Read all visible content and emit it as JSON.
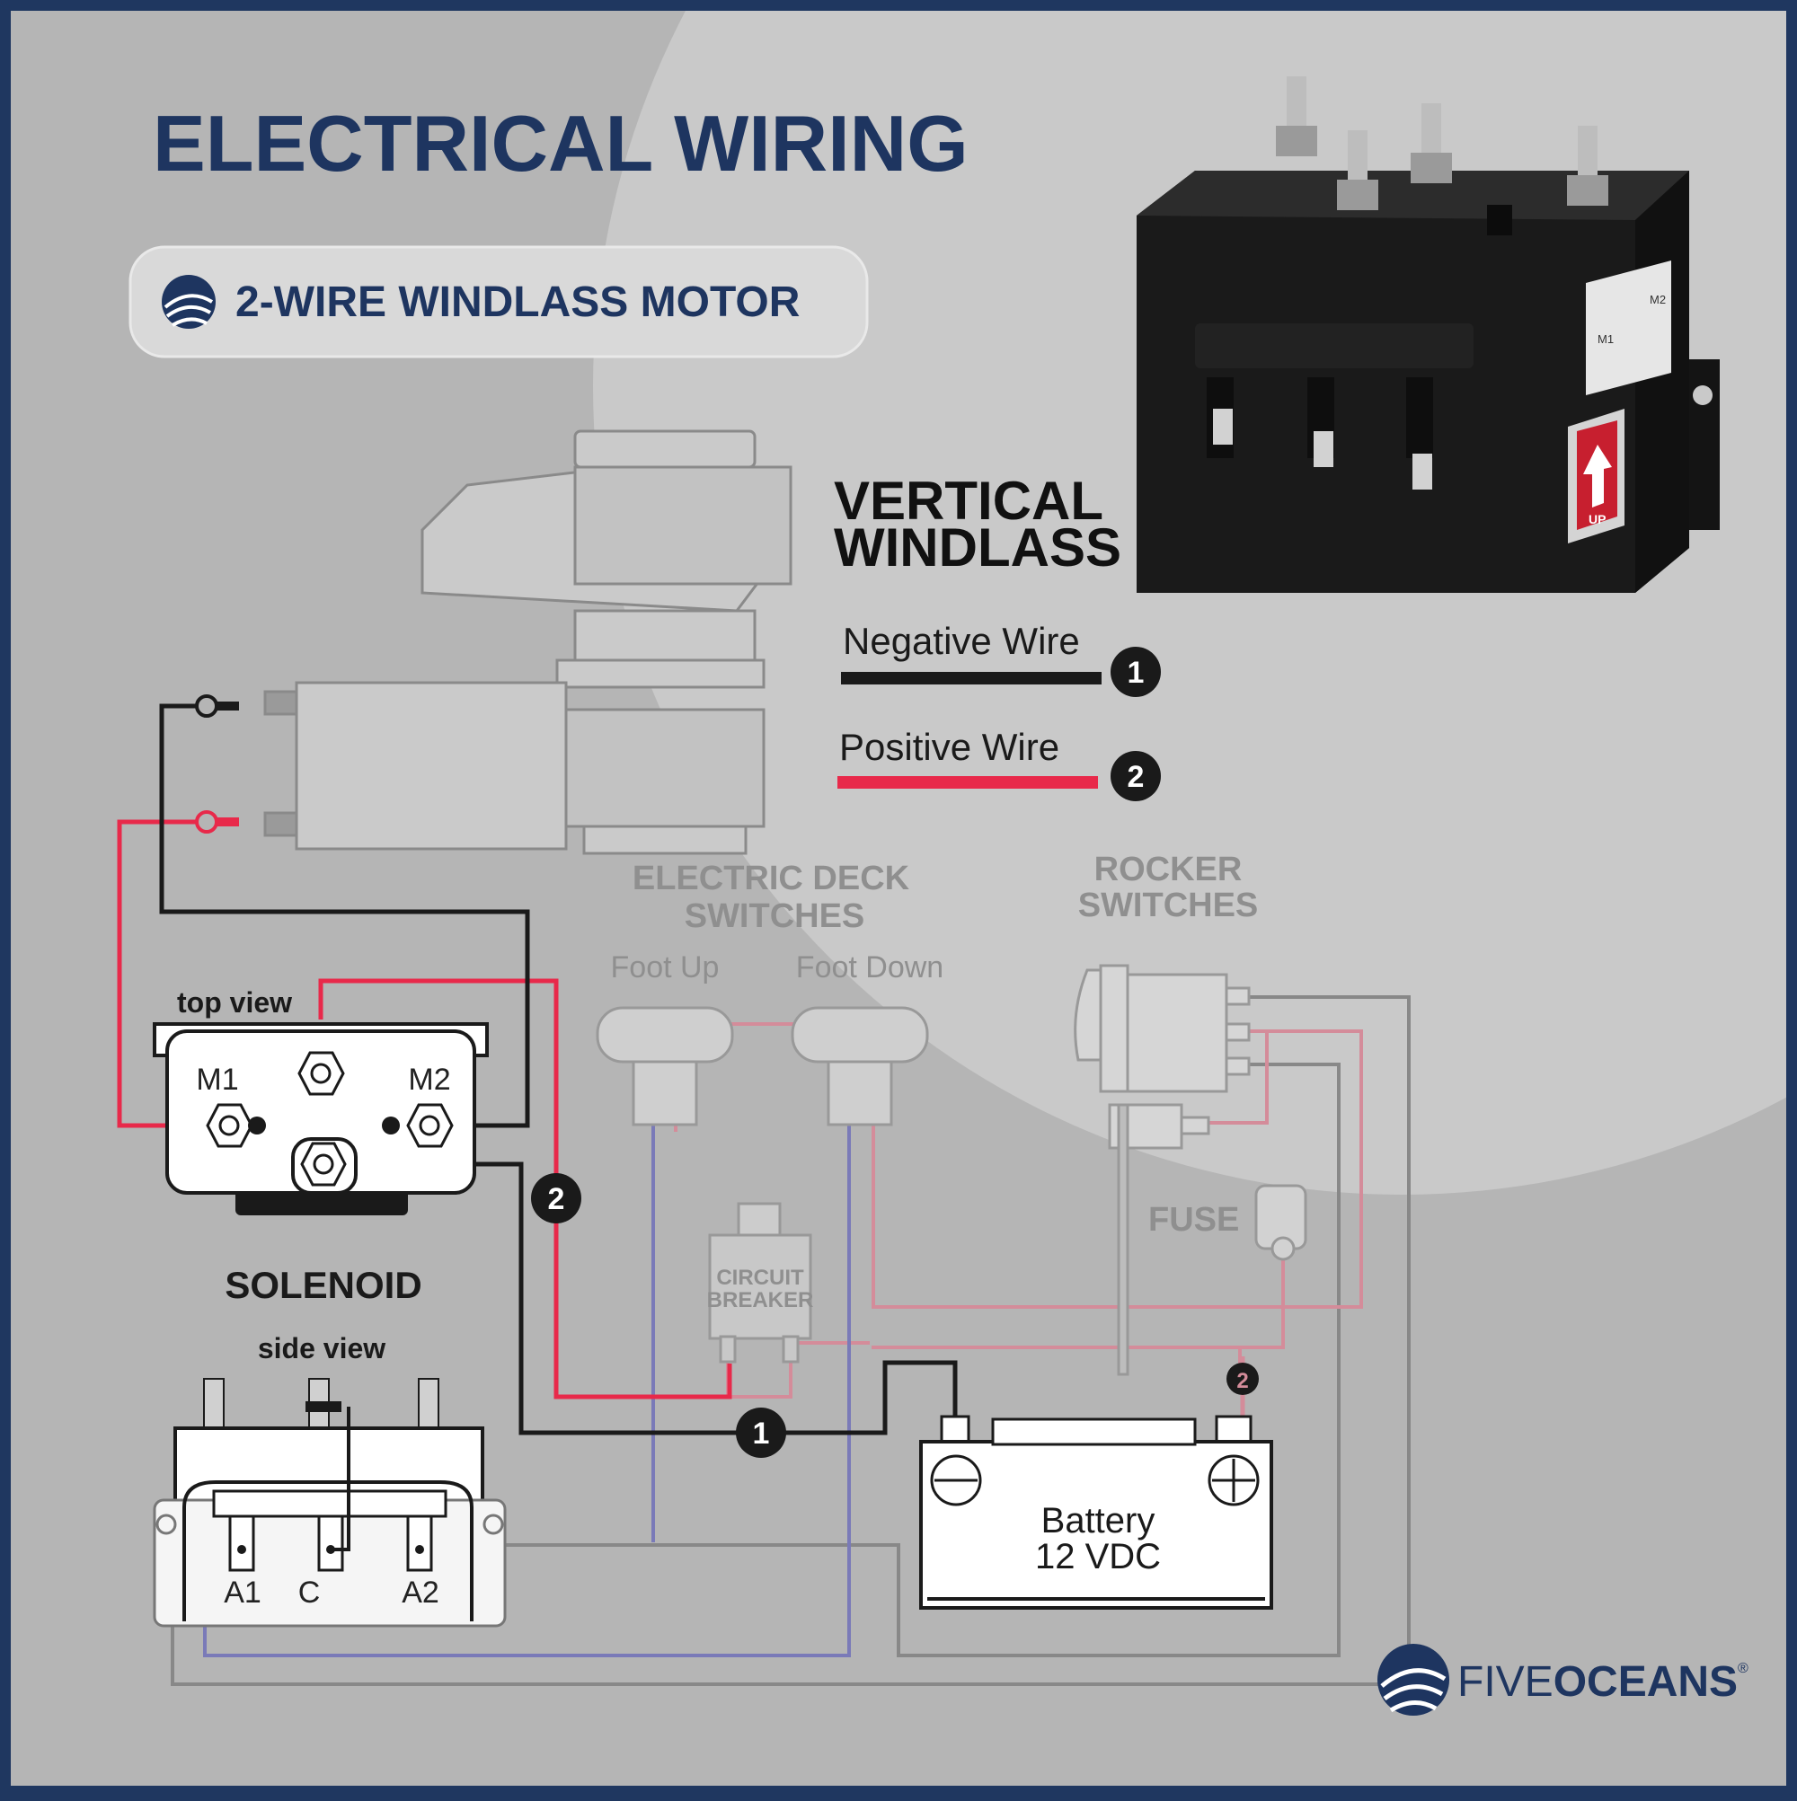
{
  "title": "ELECTRICAL WIRING",
  "subtitle": "2-WIRE WINDLASS MOTOR",
  "windlass_type": [
    "VERTICAL",
    "WINDLASS"
  ],
  "legend": {
    "negative": {
      "label": "Negative Wire",
      "number": "1",
      "color": "#1a1a1a"
    },
    "positive": {
      "label": "Positive Wire",
      "number": "2",
      "color": "#e8294a"
    }
  },
  "deck_switches": {
    "heading": [
      "ELECTRIC DECK",
      "SWITCHES"
    ],
    "foot_up": "Foot Up",
    "foot_down": "Foot Down"
  },
  "rocker_switches": [
    "ROCKER",
    "SWITCHES"
  ],
  "fuse": "FUSE",
  "circuit_breaker": [
    "CIRCUIT",
    "BREAKER"
  ],
  "solenoid": {
    "heading": "SOLENOID",
    "top_view": "top view",
    "side_view": "side view",
    "m1": "M1",
    "m2": "M2",
    "a1": "A1",
    "c": "C",
    "a2": "A2"
  },
  "relay_photo": {
    "terminal_m1": "M1",
    "terminal_m2": "M2",
    "arrow_label": "UP"
  },
  "battery": {
    "line1": "Battery",
    "line2": "12 VDC"
  },
  "badges": {
    "negative": "1",
    "positive": "2"
  },
  "brand": {
    "light": "FIVE",
    "bold": "OCEANS",
    "mark": "®"
  },
  "colors": {
    "navy": "#1e3560",
    "positive": "#e8294a",
    "negative": "#1a1a1a",
    "control": "#7a7ab8",
    "background": "#b8b8b8"
  }
}
